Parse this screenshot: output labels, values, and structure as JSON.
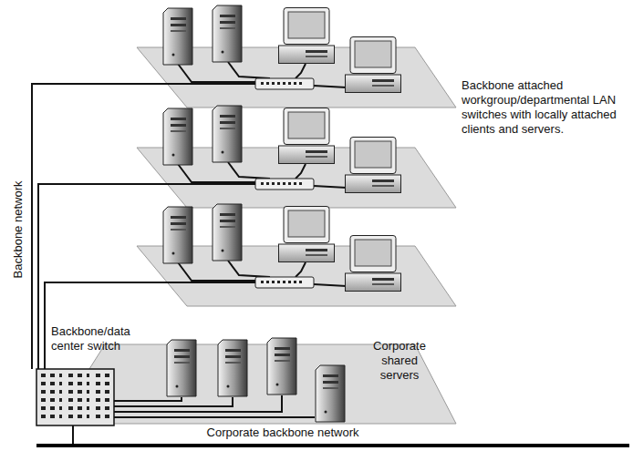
{
  "diagram": {
    "labels": [
      "Backbone attached workgroup/departmental LAN switches with locally attached clients and servers.",
      "Backbone network",
      "Backbone/data center switch",
      "Corporate shared servers",
      "Corporate backbone network"
    ]
  }
}
